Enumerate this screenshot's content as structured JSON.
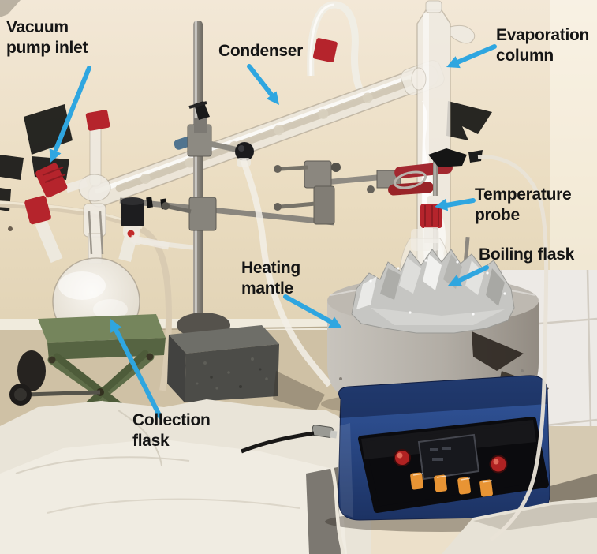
{
  "annotations": {
    "vacuum_pump_inlet": "Vacuum\npump inlet",
    "condenser": "Condenser",
    "evaporation_column": "Evaporation\ncolumn",
    "temperature_probe": "Temperature\nprobe",
    "boiling_flask": "Boiling flask",
    "heating_mantle": "Heating\nmantle",
    "collection_flask": "Collection\nflask"
  },
  "colors": {
    "annotation_arrow": "#2fa6e0",
    "annotation_text": "#151515",
    "cap_red": "#b5242c",
    "jack_green": "#66764e",
    "mantle_gray": "#b5b1a9",
    "controller_blue": "#2b4d92",
    "button_orange": "#e89434",
    "wall_cream": "#ece0ca"
  }
}
